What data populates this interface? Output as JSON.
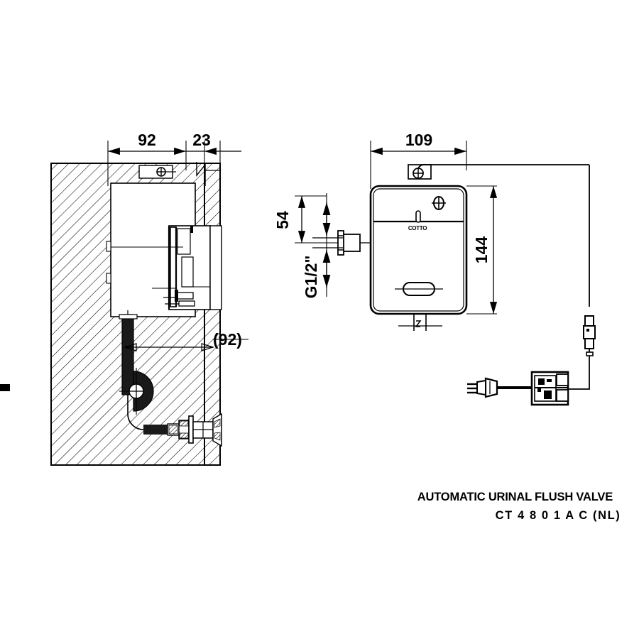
{
  "drawing": {
    "kind": "technical-dimension-drawing",
    "title_line1": "AUTOMATIC URINAL FLUSH VALVE",
    "title_line2": "CT 4 8 0 1 A C (NL)",
    "logo_text": "COTTO",
    "background": "#ffffff",
    "line_color": "#000000"
  },
  "dimensions": {
    "section_width_1": "92",
    "section_width_2": "23",
    "section_depth_ref": "(92)",
    "front_width": "109",
    "front_height": "144",
    "inlet_height": "54",
    "inlet_thread": "G1/2\""
  },
  "views": {
    "left": {
      "name": "wall-section-view",
      "label": "cross-section through wall with concealed flush valve"
    },
    "right": {
      "name": "front-elevation-view",
      "label": "front elevation of flush valve with power adapter"
    }
  },
  "components": {
    "wall": "hatched-wall-section",
    "concealed_box": "concealed-valve-box",
    "supply_pipe": "water-supply-pipe",
    "elbow": "pipe-elbow",
    "outlet_spout": "urinal-outlet-spout",
    "cover_plate": "valve-cover-plate",
    "sensor": "infrared-sensor",
    "indicator_window": "indicator-window",
    "cable_gland": "cable-gland",
    "cable": "power-cable",
    "inline_connector": "inline-cable-connector",
    "adapter": "power-adapter-transformer",
    "plug": "mains-plug-3-prong",
    "inlet_fitting": "g-half-inch-inlet-fitting"
  }
}
